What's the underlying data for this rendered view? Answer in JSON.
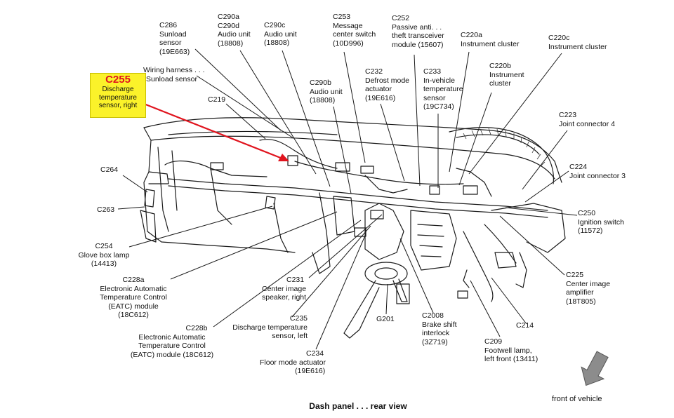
{
  "highlight": {
    "code": "C255",
    "lines": [
      "Discharge",
      "temperature",
      "sensor, right"
    ],
    "color": "#fbf22a",
    "code_color": "#e0141e"
  },
  "caption": "Dash panel . . . rear view",
  "front_label": "front of vehicle",
  "arrow_color": "#e0141e",
  "labels": [
    {
      "id": "c286",
      "lines": [
        "C286",
        "Sunload",
        "sensor",
        "(19E663)"
      ]
    },
    {
      "id": "c290a",
      "lines": [
        "C290a",
        "C290d",
        "Audio unit",
        "(18808)"
      ]
    },
    {
      "id": "c290c",
      "lines": [
        "C290c",
        "Audio unit",
        "(18808)"
      ]
    },
    {
      "id": "c253",
      "lines": [
        "C253",
        "Message",
        "center switch",
        "(10D996)"
      ]
    },
    {
      "id": "c252",
      "lines": [
        "C252",
        "Passive anti. . .",
        "theft transceiver",
        "module (15607)"
      ]
    },
    {
      "id": "c220a",
      "lines": [
        "C220a",
        "Instrument cluster"
      ]
    },
    {
      "id": "c220c",
      "lines": [
        "C220c",
        "Instrument cluster"
      ]
    },
    {
      "id": "wiring",
      "lines": [
        "Wiring harness . . .",
        "Sunload sensor"
      ]
    },
    {
      "id": "c232",
      "lines": [
        "C232",
        "Defrost mode",
        "actuator",
        "(19E616)"
      ]
    },
    {
      "id": "c233",
      "lines": [
        "C233",
        "In-vehicle",
        "temperature",
        "sensor",
        "(19C734)"
      ]
    },
    {
      "id": "c220b",
      "lines": [
        "C220b",
        "Instrument",
        "cluster"
      ]
    },
    {
      "id": "c290b",
      "lines": [
        "C290b",
        "Audio unit",
        "(18808)"
      ]
    },
    {
      "id": "c219",
      "lines": [
        "C219"
      ]
    },
    {
      "id": "c223",
      "lines": [
        "C223",
        "Joint connector 4"
      ]
    },
    {
      "id": "c264",
      "lines": [
        "C264"
      ]
    },
    {
      "id": "c224",
      "lines": [
        "C224",
        "Joint connector 3"
      ]
    },
    {
      "id": "c263",
      "lines": [
        "C263"
      ]
    },
    {
      "id": "c250",
      "lines": [
        "C250",
        "Ignition switch",
        "(11572)"
      ]
    },
    {
      "id": "c254",
      "lines": [
        "C254",
        "Glove box lamp",
        "(14413)"
      ]
    },
    {
      "id": "c228a",
      "lines": [
        "C228a",
        "Electronic Automatic",
        "Temperature Control",
        "(EATC) module",
        "(18C612)"
      ]
    },
    {
      "id": "c231",
      "lines": [
        "C231",
        "Center image",
        "speaker, right"
      ]
    },
    {
      "id": "c225",
      "lines": [
        "C225",
        "Center image",
        "amplifier",
        "(18T805)"
      ]
    },
    {
      "id": "c2008",
      "lines": [
        "C2008",
        "Brake shift",
        "interlock",
        "(3Z719)"
      ]
    },
    {
      "id": "g201",
      "lines": [
        "G201"
      ]
    },
    {
      "id": "c214",
      "lines": [
        "C214"
      ]
    },
    {
      "id": "c235",
      "lines": [
        "C235",
        "Discharge temperature",
        "sensor, left"
      ]
    },
    {
      "id": "c228b",
      "lines": [
        "C228b",
        "Electronic Automatic",
        "Temperature Control",
        "(EATC) module (18C612)"
      ]
    },
    {
      "id": "c209",
      "lines": [
        "C209",
        "Footwell lamp,",
        "left front (13411)"
      ]
    },
    {
      "id": "c234",
      "lines": [
        "C234",
        "Floor mode actuator",
        "(19E616)"
      ]
    }
  ]
}
